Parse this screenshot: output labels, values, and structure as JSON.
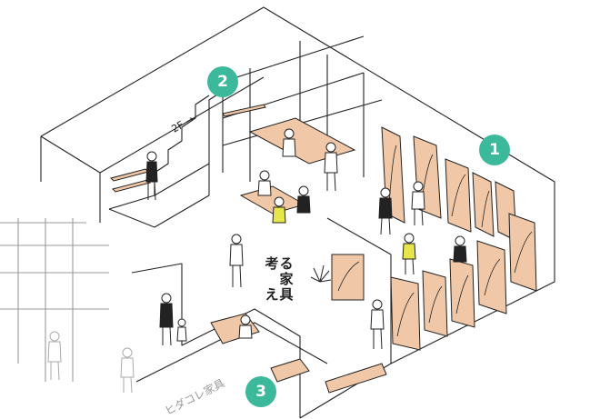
{
  "illustration": {
    "floor_label": "2F →",
    "sign_vertical": [
      "考",
      "え",
      "る",
      "家",
      "具"
    ],
    "shop_sign": "ヒダコレ家具",
    "markers": [
      {
        "number": "1",
        "color": "#3cb89a"
      },
      {
        "number": "2",
        "color": "#3cb89a"
      },
      {
        "number": "3",
        "color": "#3cb89a"
      }
    ],
    "wood_color": "#f0c8a8",
    "line_color": "#222222",
    "yellow_shirt": "#e6e64a"
  }
}
